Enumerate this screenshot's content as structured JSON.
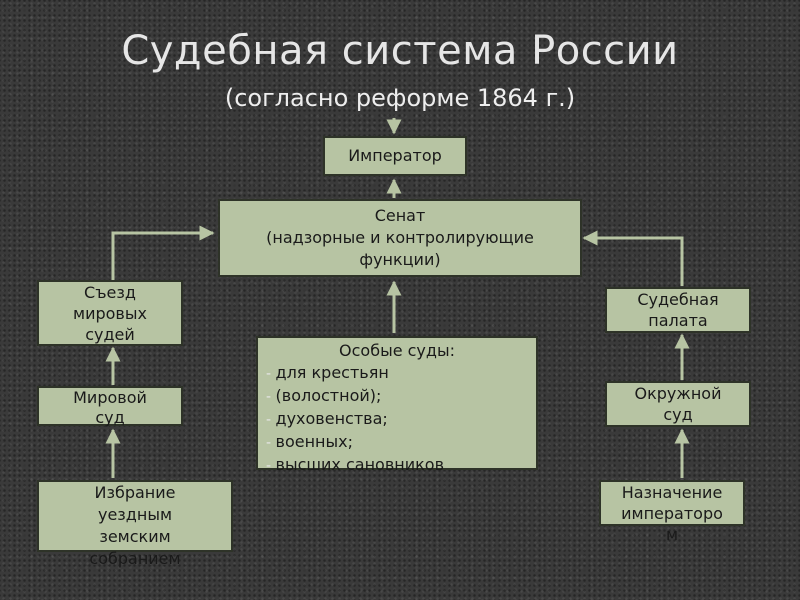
{
  "title": "Судебная система России",
  "subtitle": "(согласно реформе 1864 г.)",
  "nodes": {
    "emperor": "Император",
    "senate": {
      "line1": "Сенат",
      "line2": "(надзорные и контролирующие",
      "line3": "функции)"
    },
    "congress": [
      "Съезд",
      "мировых",
      "судей"
    ],
    "magistrate": [
      "Мировой",
      "суд"
    ],
    "election": [
      "Избрание",
      "уездным",
      "земским",
      "собранием"
    ],
    "special": {
      "heading": "Особые суды:",
      "items": [
        "для крестьян",
        "(волостной);",
        "духовенства;",
        "военных;",
        "высших сановников"
      ]
    },
    "chamber": [
      "Судебная",
      "палата"
    ],
    "district": [
      "Окружной",
      "суд"
    ],
    "appointment": [
      "Назначение",
      "императоро",
      "м"
    ]
  },
  "colors": {
    "box_fill": "#b7c4a3",
    "box_border": "#2e3328",
    "arrow": "#b7c4a3",
    "background": "#3a3a3a",
    "title": "#e6e6e6"
  }
}
